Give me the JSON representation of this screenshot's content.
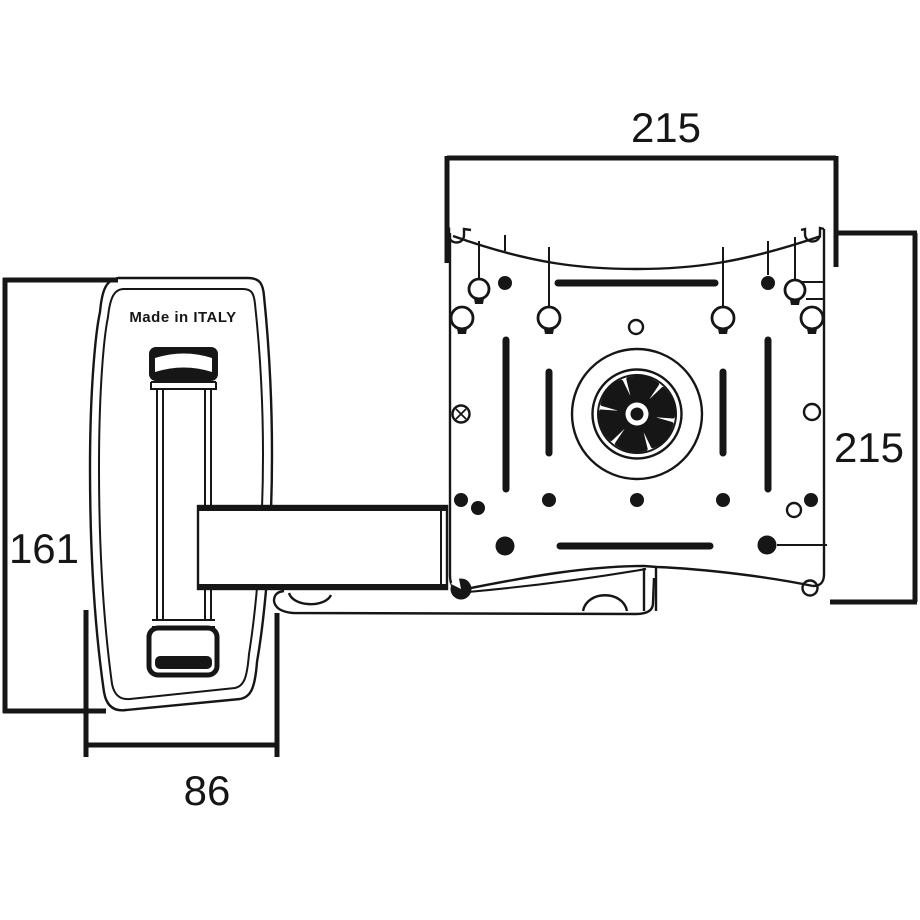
{
  "diagram": {
    "type": "technical-drawing",
    "subject": "articulating TV wall mount bracket, side bracket and VESA plate",
    "colors": {
      "line": "#161616",
      "background": "#ffffff"
    },
    "dimensions": {
      "top_width": "215",
      "right_height": "215",
      "left_height": "161",
      "bottom_width": "86"
    },
    "labels": {
      "made_in": "Made in ITALY"
    }
  }
}
